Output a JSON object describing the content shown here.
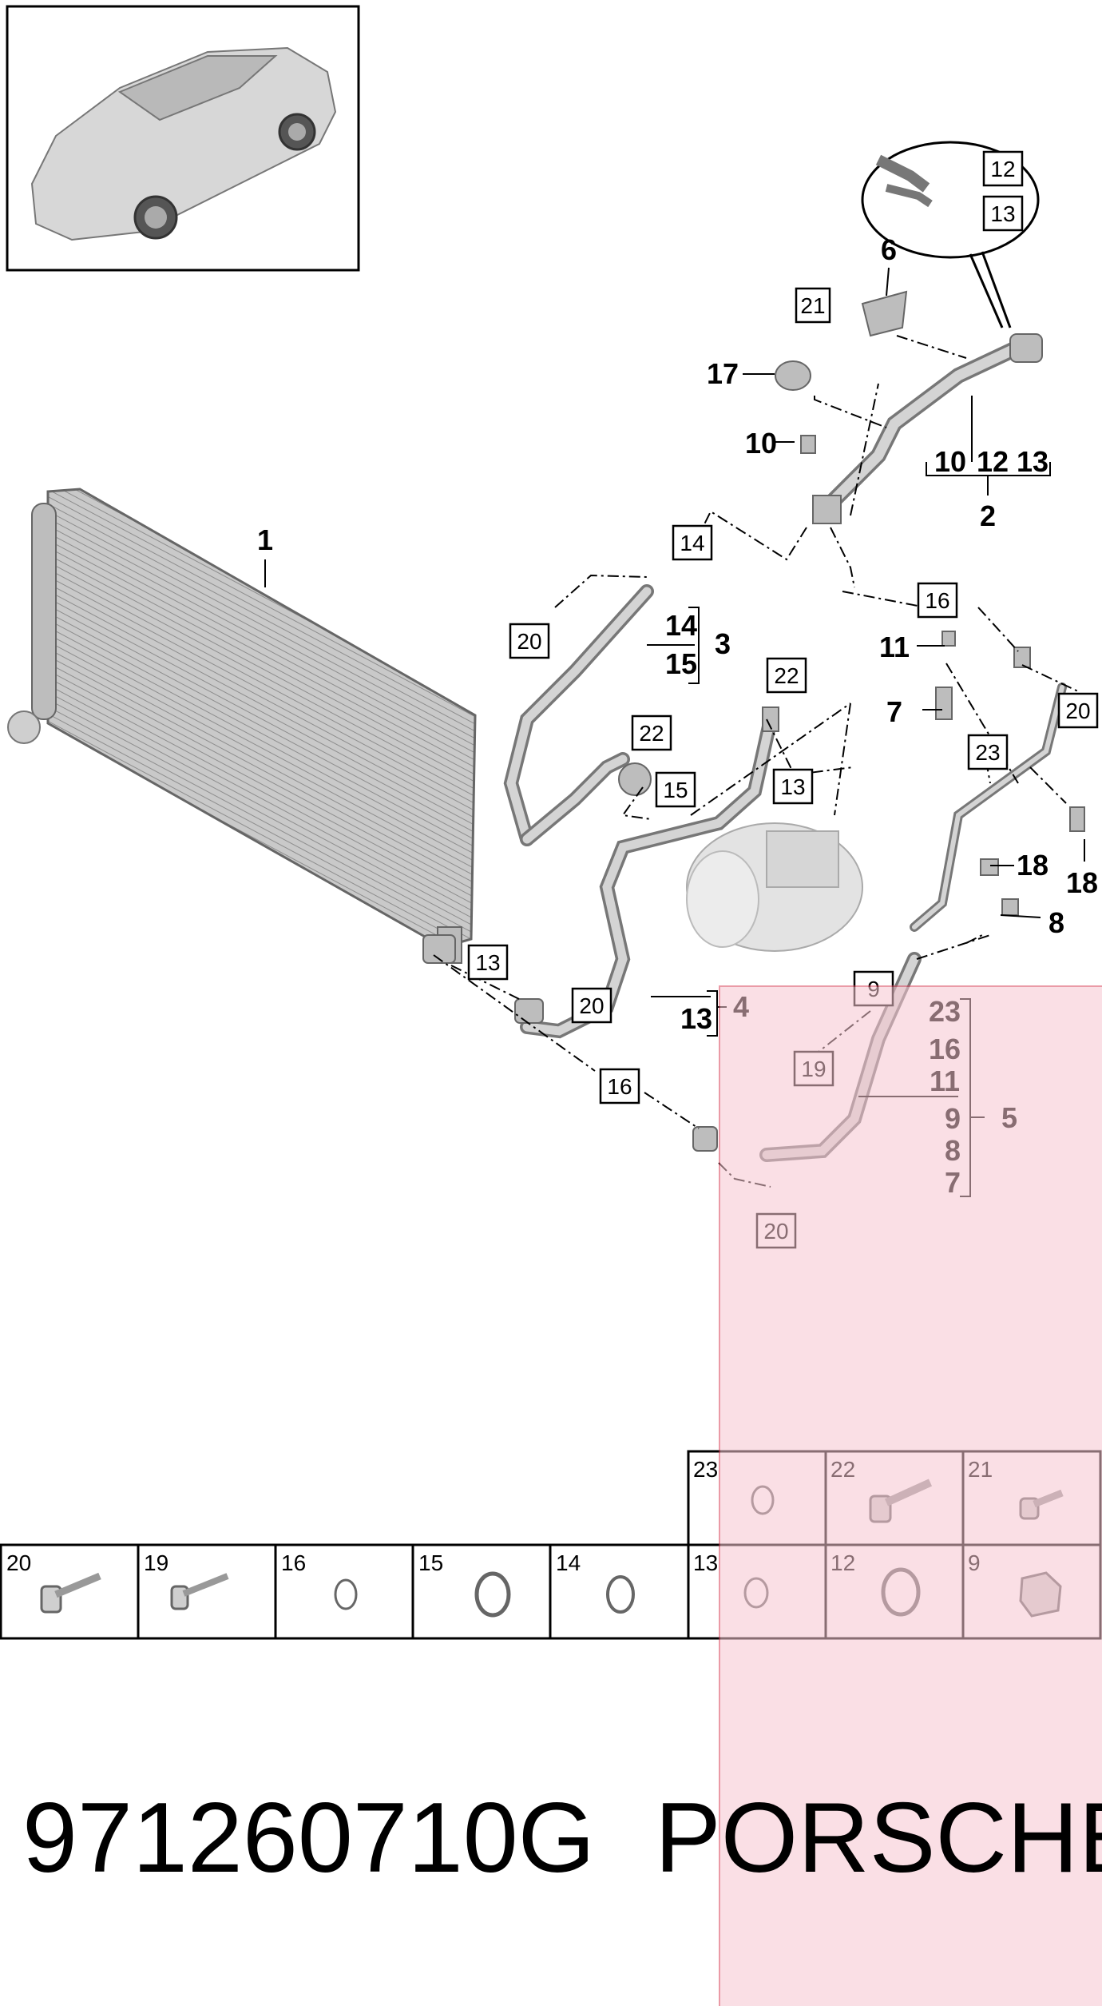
{
  "diagram": {
    "callouts_bold": [
      "1",
      "2",
      "3",
      "4",
      "5",
      "6",
      "7",
      "8",
      "10",
      "11",
      "17",
      "18",
      "18",
      "10",
      "12",
      "13",
      "14",
      "15",
      "13",
      "23",
      "16",
      "11",
      "9",
      "8",
      "7"
    ],
    "boxed_labels": [
      "12",
      "13",
      "21",
      "14",
      "16",
      "20",
      "22",
      "15",
      "22",
      "13",
      "23",
      "20",
      "13",
      "20",
      "16",
      "9",
      "19",
      "20"
    ]
  },
  "parts_table": {
    "top_row": [
      "23",
      "22",
      "21"
    ],
    "bottom_row": [
      "20",
      "19",
      "16",
      "15",
      "14",
      "13",
      "12",
      "9"
    ]
  },
  "footer": {
    "part_number": "971260710G",
    "brand": "PORSCHE"
  },
  "colors": {
    "highlight": "#f7c6d0",
    "highlight_border": "#d9485f"
  }
}
